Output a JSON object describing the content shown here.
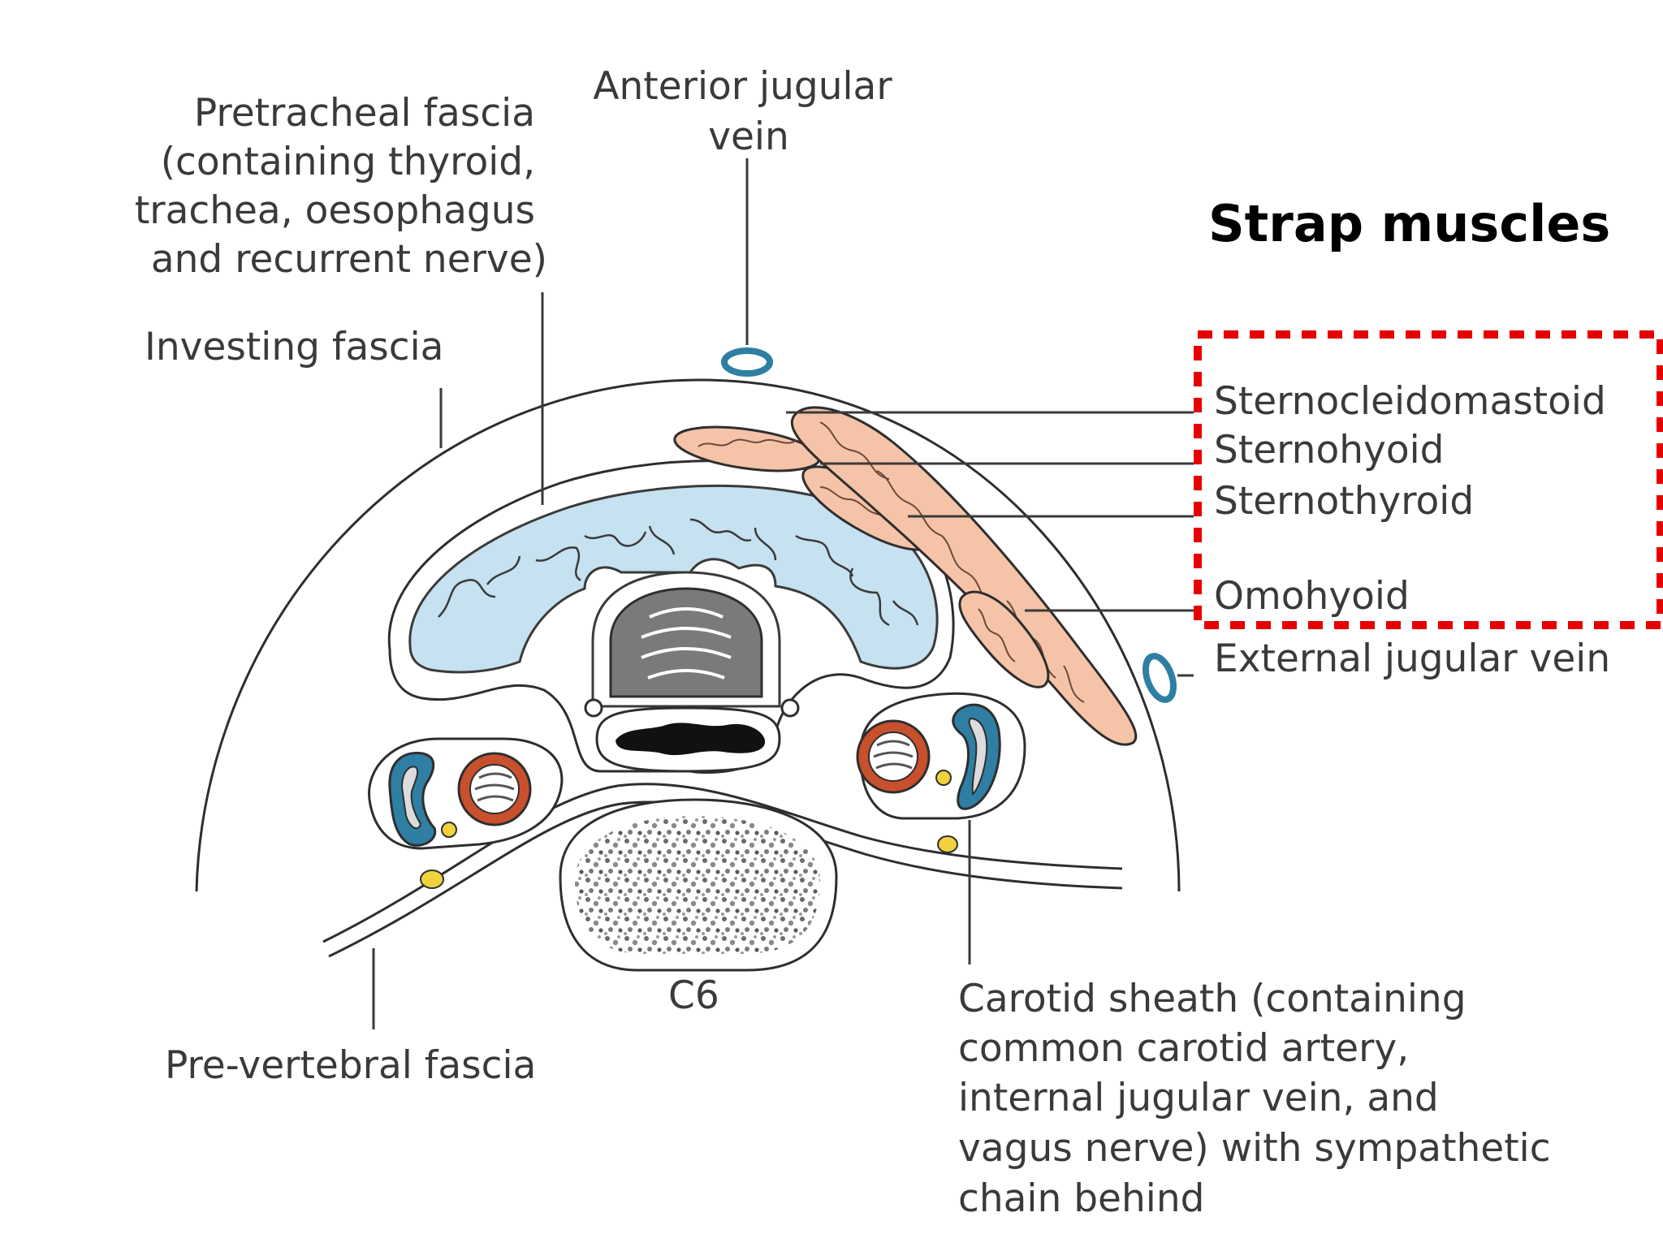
{
  "labels": {
    "anterior_jugular_vein": [
      "Anterior jugular",
      "vein"
    ],
    "pretracheal_fascia": [
      "Pretracheal fascia",
      "(containing thyroid,",
      "trachea, oesophagus",
      "and recurrent nerve)"
    ],
    "investing_fascia": "Investing fascia",
    "strap_muscles_title": "Strap muscles",
    "sternocleidomastoid": "Sternocleidomastoid",
    "sternohyoid": "Sternohyoid",
    "sternothyroid": "Sternothyroid",
    "omohyoid": "Omohyoid",
    "external_jugular_vein": "External jugular vein",
    "vertebra": "C6",
    "prevertebral_fascia": "Pre-vertebral fascia",
    "carotid_sheath": [
      "Carotid sheath (containing",
      "common carotid artery,",
      "internal jugular vein, and",
      "vagus nerve) with sympathetic",
      "chain behind"
    ]
  },
  "colors": {
    "thyroid": "#c6e1f0",
    "muscle": "#f5c3a8",
    "vein": "#2e7fa3",
    "artery": "#c8502c",
    "nerve": "#f2d23c",
    "highlight_box": "#e60000",
    "trachea": "#7a7a7a",
    "oesophagus": "#111111"
  },
  "icons": {
    "vertebral_body": "cancellous-bone-texture",
    "highlight": "red-dashed-rectangle"
  }
}
